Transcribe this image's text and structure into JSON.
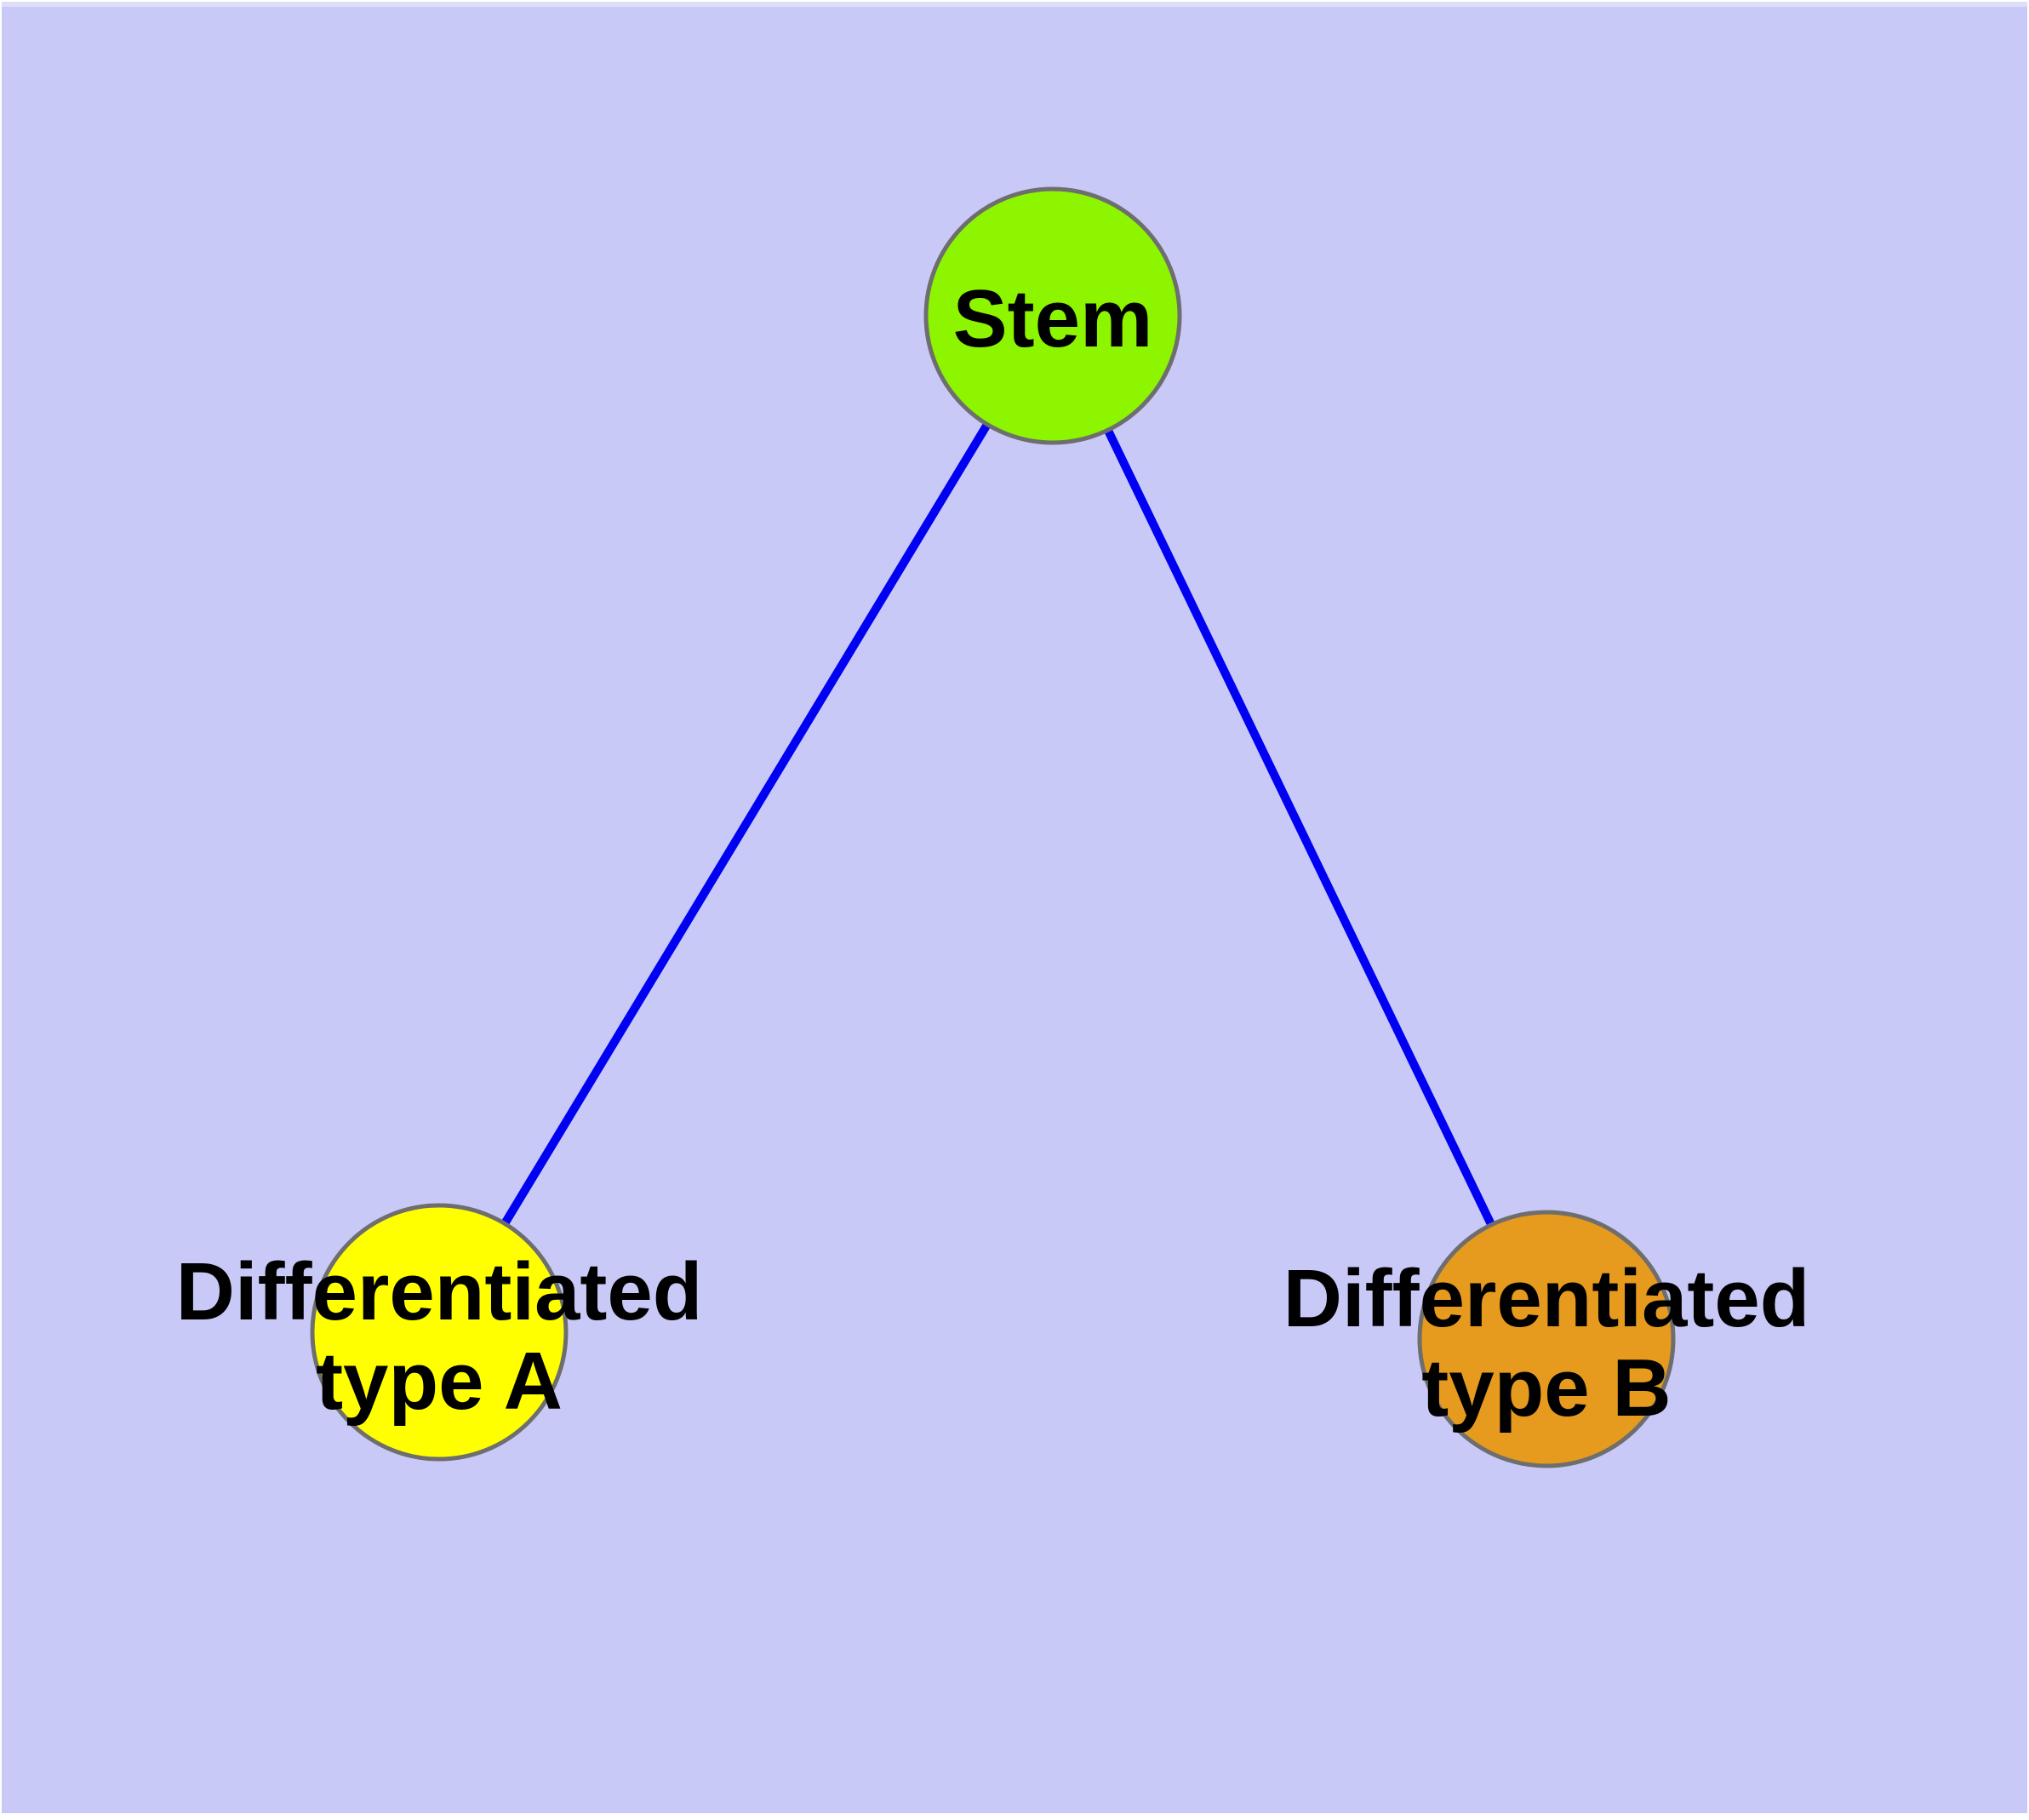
{
  "figure": {
    "type": "network-graph",
    "background_color": "#C9C9F8",
    "frame_color": "#FFFFFF",
    "top_band_color": "#DEDEF8",
    "label_color": "#000000"
  },
  "graph": {
    "node_border_color": "#6E6E6E",
    "edge_color": "#0000F2",
    "nodes": [
      {
        "id": "stem",
        "label": "Stem",
        "lines": [
          "Stem"
        ],
        "fill": "#8DF500"
      },
      {
        "id": "diff-a",
        "label": "Differentiated type A",
        "lines": [
          "Differentiated",
          "type A"
        ],
        "fill": "#FFFF00"
      },
      {
        "id": "diff-b",
        "label": "Differentiated type B",
        "lines": [
          "Differentiated",
          "type B"
        ],
        "fill": "#E69A1E"
      }
    ],
    "edges": [
      {
        "from": "Stem",
        "to": "Differentiated type A"
      },
      {
        "from": "Stem",
        "to": "Differentiated type B"
      }
    ]
  }
}
